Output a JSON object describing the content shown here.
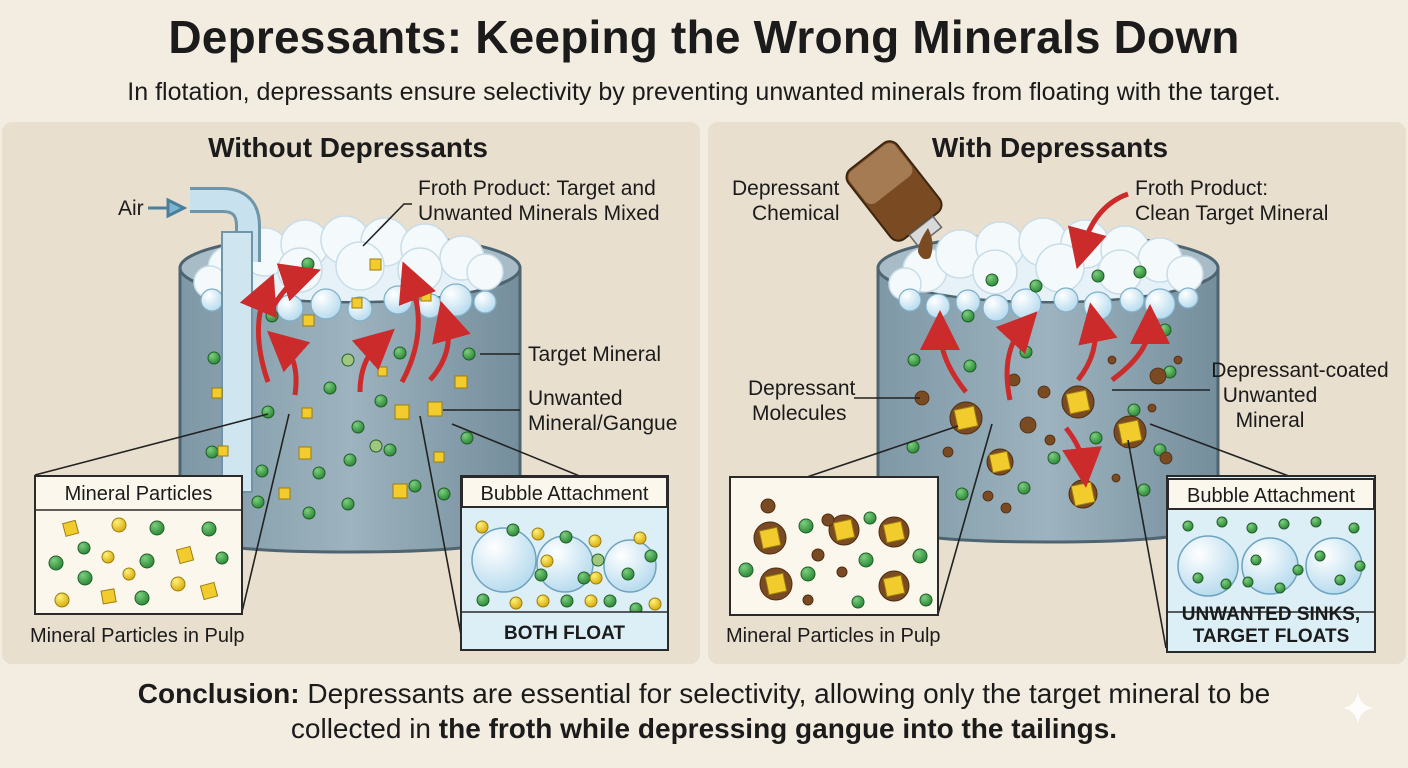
{
  "title": "Depressants: Keeping the Wrong Minerals Down",
  "subtitle": "In flotation, depressants ensure selectivity by preventing unwanted minerals from floating with the target.",
  "left": {
    "heading": "Without Depressants",
    "air_label": "Air",
    "froth_label_1": "Froth Product: Target and",
    "froth_label_2": "Unwanted Minerals Mixed",
    "target_label": "Target Mineral",
    "unwanted_label_1": "Unwanted",
    "unwanted_label_2": "Mineral/Gangue",
    "inset_particles_title": "Mineral Particles",
    "pulp_label": "Mineral Particles in Pulp",
    "inset_bubble_title": "Bubble Attachment",
    "bubble_result": "BOTH FLOAT"
  },
  "right": {
    "heading": "With Depressants",
    "chemical_label_1": "Depressant",
    "chemical_label_2": "Chemical",
    "froth_label_1": "Froth Product:",
    "froth_label_2": "Clean Target Mineral",
    "molecules_label_1": "Depressant",
    "molecules_label_2": "Molecules",
    "coated_label_1": "Depressant-coated",
    "coated_label_2": "Unwanted",
    "coated_label_3": "Mineral",
    "pulp_label": "Mineral Particles in Pulp",
    "inset_bubble_title": "Bubble Attachment",
    "bubble_result_1": "UNWANTED SINKS,",
    "bubble_result_2": "TARGET FLOATS"
  },
  "conclusion": {
    "lead": "Conclusion:",
    "text_1": " Depressants are essential for selectivity, allowing only the target mineral to be",
    "text_2": "collected in ",
    "text_bold": "the froth while depressing gangue into the tailings."
  },
  "colors": {
    "background": "#f3ede1",
    "panel": "#e8dfcf",
    "tank": "#8ea6b3",
    "target_mineral": "#3f9a4a",
    "unwanted_mineral": "#f0c928",
    "depressant": "#7a4a22",
    "arrow": "#cc2b2b"
  }
}
